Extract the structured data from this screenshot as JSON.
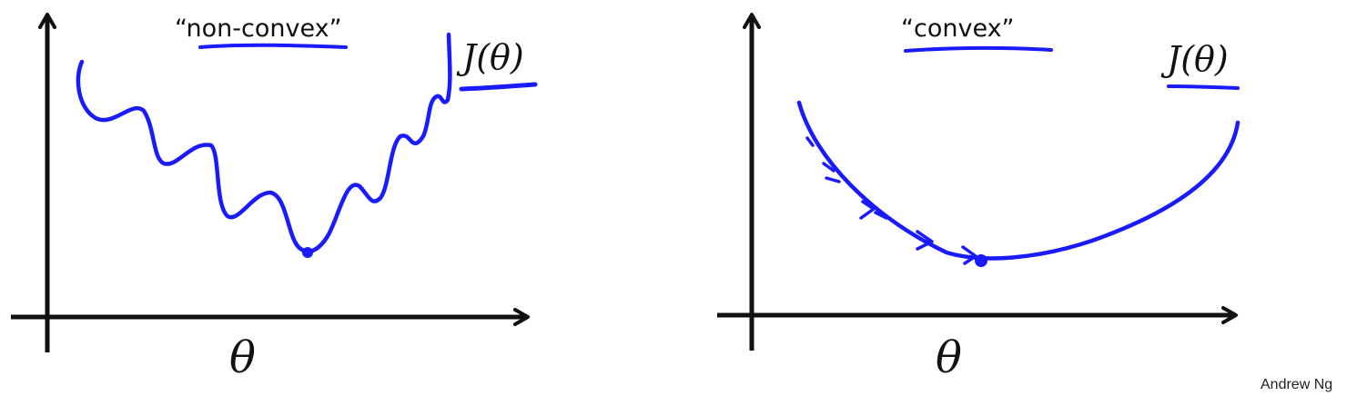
{
  "colors": {
    "ink": "#111111",
    "marker": "#1a1aff"
  },
  "left_plot": {
    "title": "“non-convex”",
    "function_label": "J(θ)",
    "axis_label": "θ"
  },
  "right_plot": {
    "title": "“convex”",
    "function_label": "J(θ)",
    "axis_label": "θ"
  },
  "credit": "Andrew Ng"
}
